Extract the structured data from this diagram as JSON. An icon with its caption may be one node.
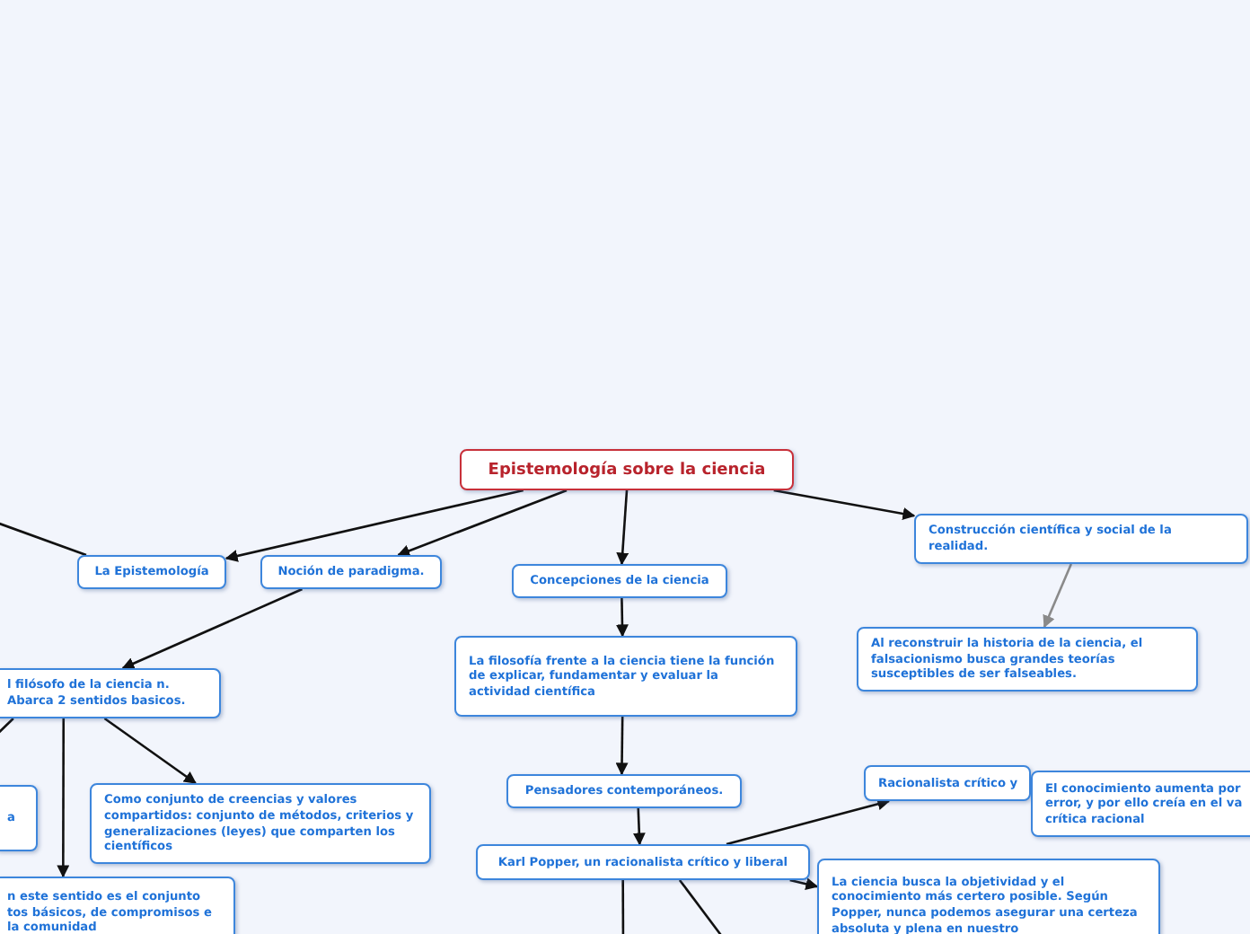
{
  "diagram": {
    "nodes": [
      {
        "text": [
          "Epistemología sobre la ciencia"
        ]
      },
      {
        "text": [
          "La Epistemología"
        ]
      },
      {
        "text": [
          "Noción de paradigma."
        ]
      },
      {
        "text": [
          "Concepciones de la ciencia"
        ]
      },
      {
        "text": [
          "Construcción científica y social de la realidad."
        ]
      },
      {
        "text": [
          "Al reconstruir la historia de la ciencia, el falsacionismo busca grandes teorías susceptibles de ser falseables."
        ]
      },
      {
        "text": [
          "La filosofía frente a la ciencia tiene la función de explicar, fundamentar y evaluar la actividad científica"
        ]
      },
      {
        "text": [
          "l filósofo de la ciencia n. Abarca 2 sentidos basicos."
        ]
      },
      {
        "text": [
          "a"
        ]
      },
      {
        "text": [
          "**Como conjunto de creencias y valores compartidos:** conjunto de métodos, criterios y generalizaciones (leyes) que comparten los científicos"
        ]
      },
      {
        "text": [
          "Pensadores contemporáneos."
        ]
      },
      {
        "text": [
          "n este sentido es el conjunto tos básicos, de compromisos e la comunidad"
        ]
      },
      {
        "text": [
          "Karl Popper, un racionalista crítico y liberal"
        ]
      },
      {
        "text": [
          "Racionalista crítico y"
        ]
      },
      {
        "text": [
          "El conocimiento aumenta por error, y por ello creía en el va crítica racional"
        ]
      },
      {
        "text": [
          "La ciencia busca la objetividad y el conocimiento más certero posible. Según Popper, nunca podemos asegurar una certeza absoluta y plena en nuestro"
        ]
      }
    ],
    "edges": [
      {
        "from": 0,
        "to": 1,
        "arrow": "to"
      },
      {
        "from": 0,
        "to": 2,
        "arrow": "to"
      },
      {
        "from": 1,
        "to": null,
        "arrow": "none"
      },
      {
        "from": 0,
        "to": 3,
        "arrow": "to"
      },
      {
        "from": 3,
        "to": 6,
        "arrow": "to"
      },
      {
        "from": 6,
        "to": 10,
        "arrow": "to"
      },
      {
        "from": 10,
        "to": 12,
        "arrow": "to"
      },
      {
        "from": 12,
        "to": null,
        "arrow": "none"
      },
      {
        "from": 0,
        "to": 4,
        "arrow": "to"
      },
      {
        "from": 4,
        "to": 5,
        "arrow": "to",
        "color": "#8a8a8a"
      },
      {
        "from": 2,
        "to": 7,
        "arrow": "to"
      },
      {
        "from": 7,
        "to": null,
        "arrow": "none"
      },
      {
        "from": 7,
        "to": 9,
        "arrow": "to"
      },
      {
        "from": 7,
        "to": 11,
        "arrow": "to"
      },
      {
        "from": 12,
        "to": 13,
        "arrow": "to"
      },
      {
        "from": 12,
        "to": 15,
        "arrow": "to"
      },
      {
        "from": 12,
        "to": null,
        "arrow": "to"
      }
    ]
  }
}
